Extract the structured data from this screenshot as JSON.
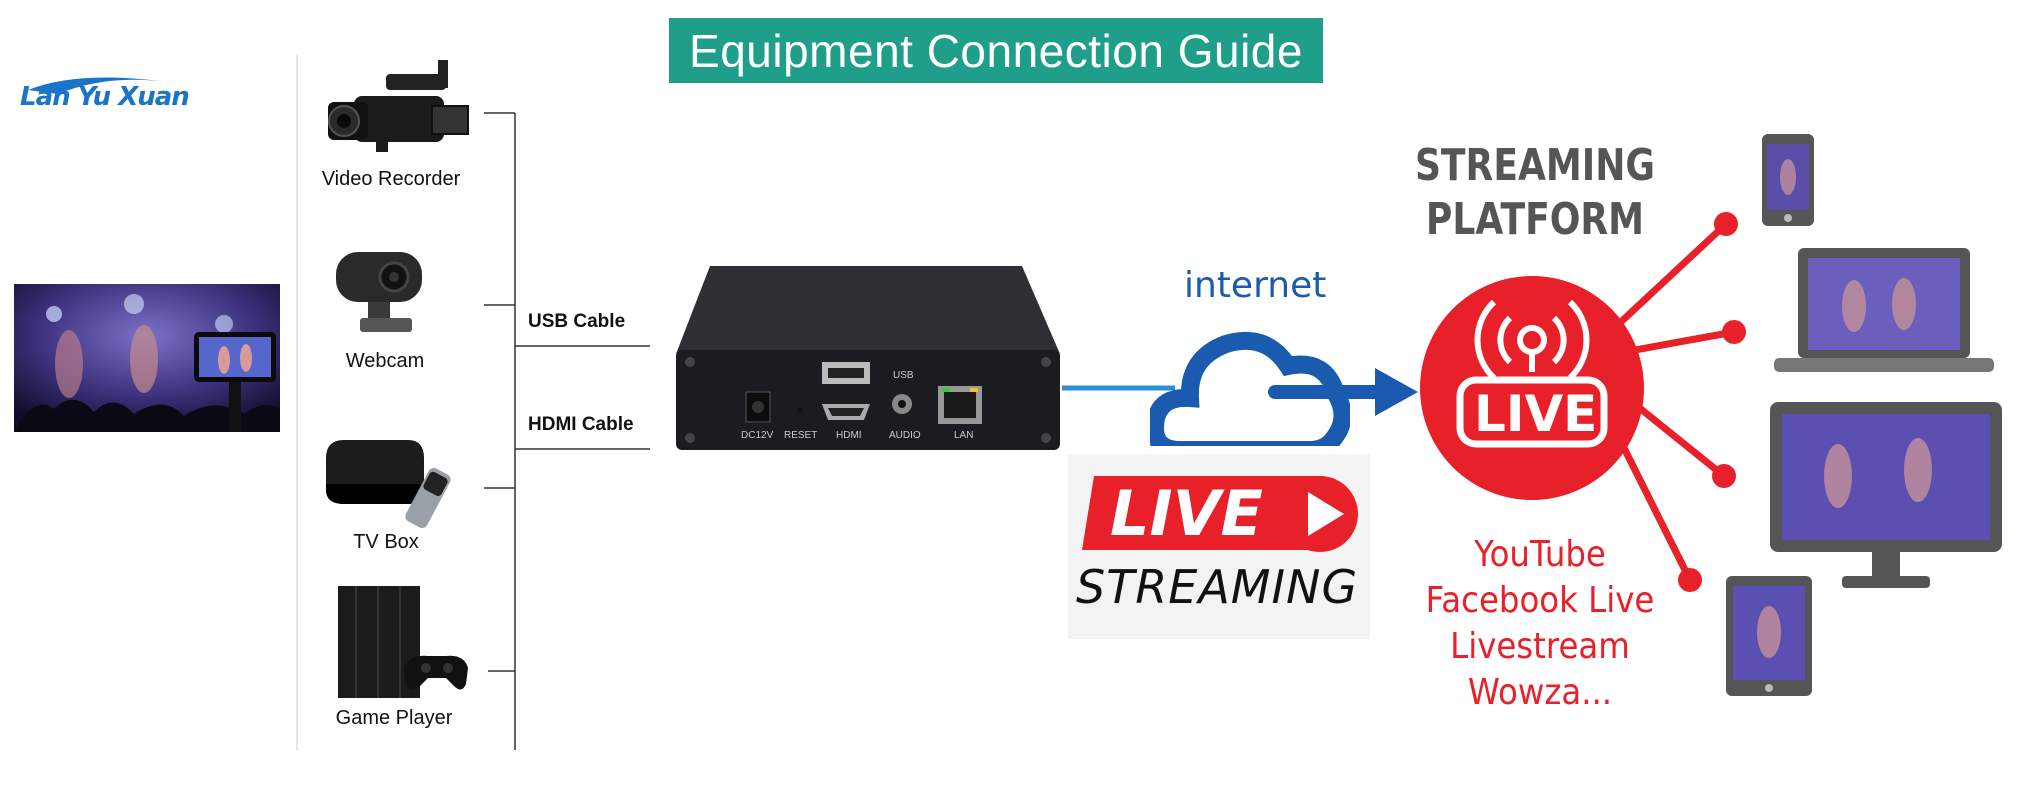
{
  "title": "Equipment Connection Guide",
  "logo": {
    "text": "Lan Yu Xuan"
  },
  "colors": {
    "banner": "#1f9e8a",
    "logo": "#1a74c7",
    "internet_blue": "#1a5bb0",
    "live_red": "#e8202a",
    "device_dark": "#2b2b2b"
  },
  "inputs": [
    {
      "label": "Video Recorder",
      "icon": "video-camera-icon"
    },
    {
      "label": "Webcam",
      "icon": "webcam-icon"
    },
    {
      "label": "TV Box",
      "icon": "tv-box-icon"
    },
    {
      "label": "Game Player",
      "icon": "game-console-icon"
    }
  ],
  "cables": {
    "usb": "USB Cable",
    "hdmi": "HDMI Cable"
  },
  "encoder": {
    "ports": [
      "DC12V",
      "RESET",
      "HDMI",
      "USB",
      "AUDIO",
      "LAN"
    ]
  },
  "internet_label": "internet",
  "live_streaming_badge": {
    "line1": "LIVE",
    "line2": "STREAMING"
  },
  "platform": {
    "title_line1": "STREAMING",
    "title_line2": "PLATFORM",
    "live_label": "LIVE",
    "services": [
      "YouTube",
      "Facebook Live",
      "Livestream",
      "Wowza..."
    ]
  },
  "outputs": [
    "phone-icon",
    "laptop-icon",
    "monitor-icon",
    "tablet-icon"
  ]
}
